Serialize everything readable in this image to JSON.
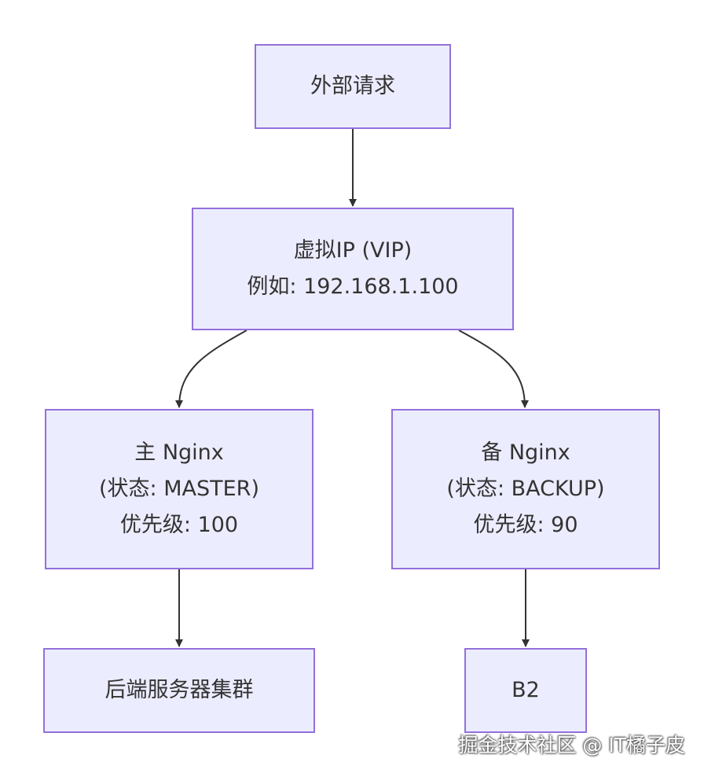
{
  "colors": {
    "node_fill": "#ececff",
    "node_border": "#9370db",
    "text": "#333333",
    "edge": "#333333"
  },
  "nodes": {
    "request": {
      "lines": [
        "外部请求"
      ]
    },
    "vip": {
      "lines": [
        "虚拟IP (VIP)",
        "例如: 192.168.1.100"
      ]
    },
    "master": {
      "lines": [
        "主 Nginx",
        "(状态: MASTER)",
        "优先级: 100"
      ]
    },
    "backup": {
      "lines": [
        "备 Nginx",
        "(状态: BACKUP)",
        "优先级: 90"
      ]
    },
    "cluster": {
      "lines": [
        "后端服务器集群"
      ]
    },
    "b2": {
      "lines": [
        "B2"
      ]
    }
  },
  "watermark": "掘金技术社区 @ IT橘子皮"
}
